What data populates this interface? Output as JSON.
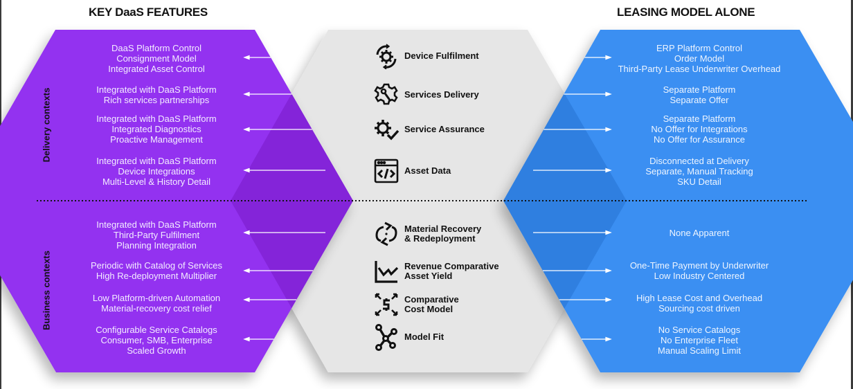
{
  "headings": {
    "left": "KEY DaaS FEATURES",
    "right": "LEASING MODEL ALONE"
  },
  "context_labels": {
    "delivery": "Delivery contexts",
    "business": "Business contexts"
  },
  "colors": {
    "daas_purple": "#9330f0",
    "daas_purple_overlap": "#8424d9",
    "leasing_blue": "#3b8ff2",
    "leasing_blue_overlap": "#2f7fe0",
    "center_gray": "#e6e6e6"
  },
  "rows": [
    {
      "feature": "Device Fulfilment",
      "icon": "gear-cycle-icon",
      "daas": [
        "DaaS Platform Control",
        "Consignment Model",
        "Integrated Asset Control"
      ],
      "leasing": [
        "ERP Platform Control",
        "Order Model",
        "Third-Party Lease Underwriter Overhead"
      ]
    },
    {
      "feature": "Services Delivery",
      "icon": "gear-wrench-icon",
      "daas": [
        "Integrated with DaaS Platform",
        "Rich services partnerships"
      ],
      "leasing": [
        "Separate Platform",
        "Separate Offer"
      ]
    },
    {
      "feature": "Service Assurance",
      "icon": "gear-check-icon",
      "daas": [
        "Integrated with DaaS Platform",
        "Integrated Diagnostics",
        "Proactive Management"
      ],
      "leasing": [
        "Separate Platform",
        "No Offer for Integrations",
        "No Offer for Assurance"
      ]
    },
    {
      "feature": "Asset Data",
      "icon": "code-window-icon",
      "daas": [
        "Integrated with DaaS Platform",
        "Device Integrations",
        "Multi-Level & History Detail"
      ],
      "leasing": [
        "Disconnected at Delivery",
        "Separate, Manual Tracking",
        "SKU Detail"
      ]
    },
    {
      "feature": "Material Recovery\n& Redeployment",
      "feature_lines": [
        "Material Recovery",
        "& Redeployment"
      ],
      "icon": "recycle-arrows-icon",
      "daas": [
        "Integrated with DaaS Platform",
        "Third-Party Fulfilment",
        "Planning Integration"
      ],
      "leasing": [
        "None Apparent"
      ]
    },
    {
      "feature_lines": [
        "Revenue Comparative",
        "Asset Yield"
      ],
      "icon": "line-chart-icon",
      "daas": [
        "Periodic with Catalog of Services",
        "High Re-deployment Multiplier"
      ],
      "leasing": [
        "One-Time Payment by Underwriter",
        "Low Industry Centered"
      ]
    },
    {
      "feature_lines": [
        "Comparative",
        "Cost Model"
      ],
      "icon": "dollar-expand-icon",
      "daas": [
        "Low Platform-driven Automation",
        "Material-recovery cost relief"
      ],
      "leasing": [
        "High Lease Cost and Overhead",
        "Sourcing cost driven"
      ]
    },
    {
      "feature": "Model Fit",
      "icon": "network-nodes-icon",
      "daas": [
        "Configurable Service Catalogs",
        "Consumer, SMB, Enterprise",
        "Scaled Growth"
      ],
      "leasing": [
        "No Service Catalogs",
        "No Enterprise Fleet",
        "Manual Scaling Limit"
      ]
    }
  ]
}
